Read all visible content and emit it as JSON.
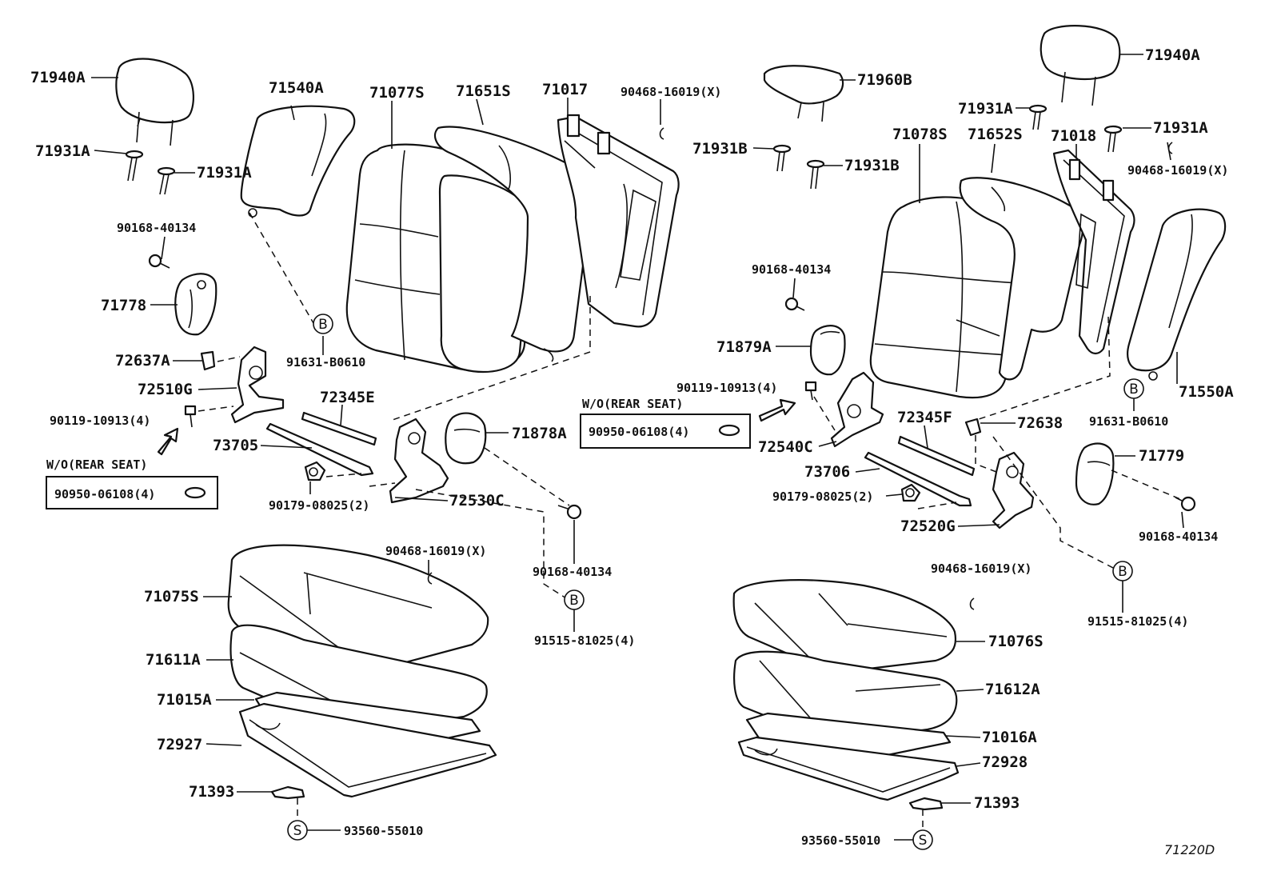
{
  "diagram_code": "71220D",
  "parts": {
    "p71940A_l": "71940A",
    "p71931A_l1": "71931A",
    "p71931A_l2": "71931A",
    "p90168_40134_l": "90168-40134",
    "p71778": "71778",
    "p72637A": "72637A",
    "p72510G": "72510G",
    "p90119_l": "90119-10913(4)",
    "p71540A": "71540A",
    "p71077S": "71077S",
    "p71651S": "71651S",
    "p71017": "71017",
    "p90468_top_l": "90468-16019(X)",
    "p91631_l": "91631-B0610",
    "p72345E": "72345E",
    "p73705": "73705",
    "p90179_l": "90179-08025(2)",
    "p72530C": "72530C",
    "p71878A": "71878A",
    "p90168_40134_m": "90168-40134",
    "p91515_l": "91515-81025(4)",
    "p90468_mid_l": "90468-16019(X)",
    "p71075S": "71075S",
    "p71611A": "71611A",
    "p71015A": "71015A",
    "p72927": "72927",
    "p71393_l": "71393",
    "p93560_l": "93560-55010",
    "p71960B": "71960B",
    "p71931B_1": "71931B",
    "p71931B_2": "71931B",
    "p71940A_r": "71940A",
    "p71931A_r1": "71931A",
    "p71931A_r2": "71931A",
    "p71078S": "71078S",
    "p71652S": "71652S",
    "p71018": "71018",
    "p90468_top_r": "90468-16019(X)",
    "p90168_40134_r1": "90168-40134",
    "p71879A": "71879A",
    "p90119_r": "90119-10913(4)",
    "p72540C": "72540C",
    "p72345F": "72345F",
    "p72638": "72638",
    "p73706": "73706",
    "p90179_r": "90179-08025(2)",
    "p72520G": "72520G",
    "p71550A": "71550A",
    "p91631_r": "91631-B0610",
    "p71779": "71779",
    "p90168_40134_r2": "90168-40134",
    "p91515_r": "91515-81025(4)",
    "p90468_mid_r": "90468-16019(X)",
    "p71076S": "71076S",
    "p71612A": "71612A",
    "p71016A": "71016A",
    "p72928": "72928",
    "p71393_r": "71393",
    "p93560_r": "93560-55010"
  },
  "notes": {
    "wo_rear_seat_l": "W/O(REAR SEAT)",
    "box_l": "90950-06108(4)",
    "wo_rear_seat_r": "W/O(REAR SEAT)",
    "box_r": "90950-06108(4)"
  },
  "markers": {
    "b": "B",
    "s": "S"
  }
}
